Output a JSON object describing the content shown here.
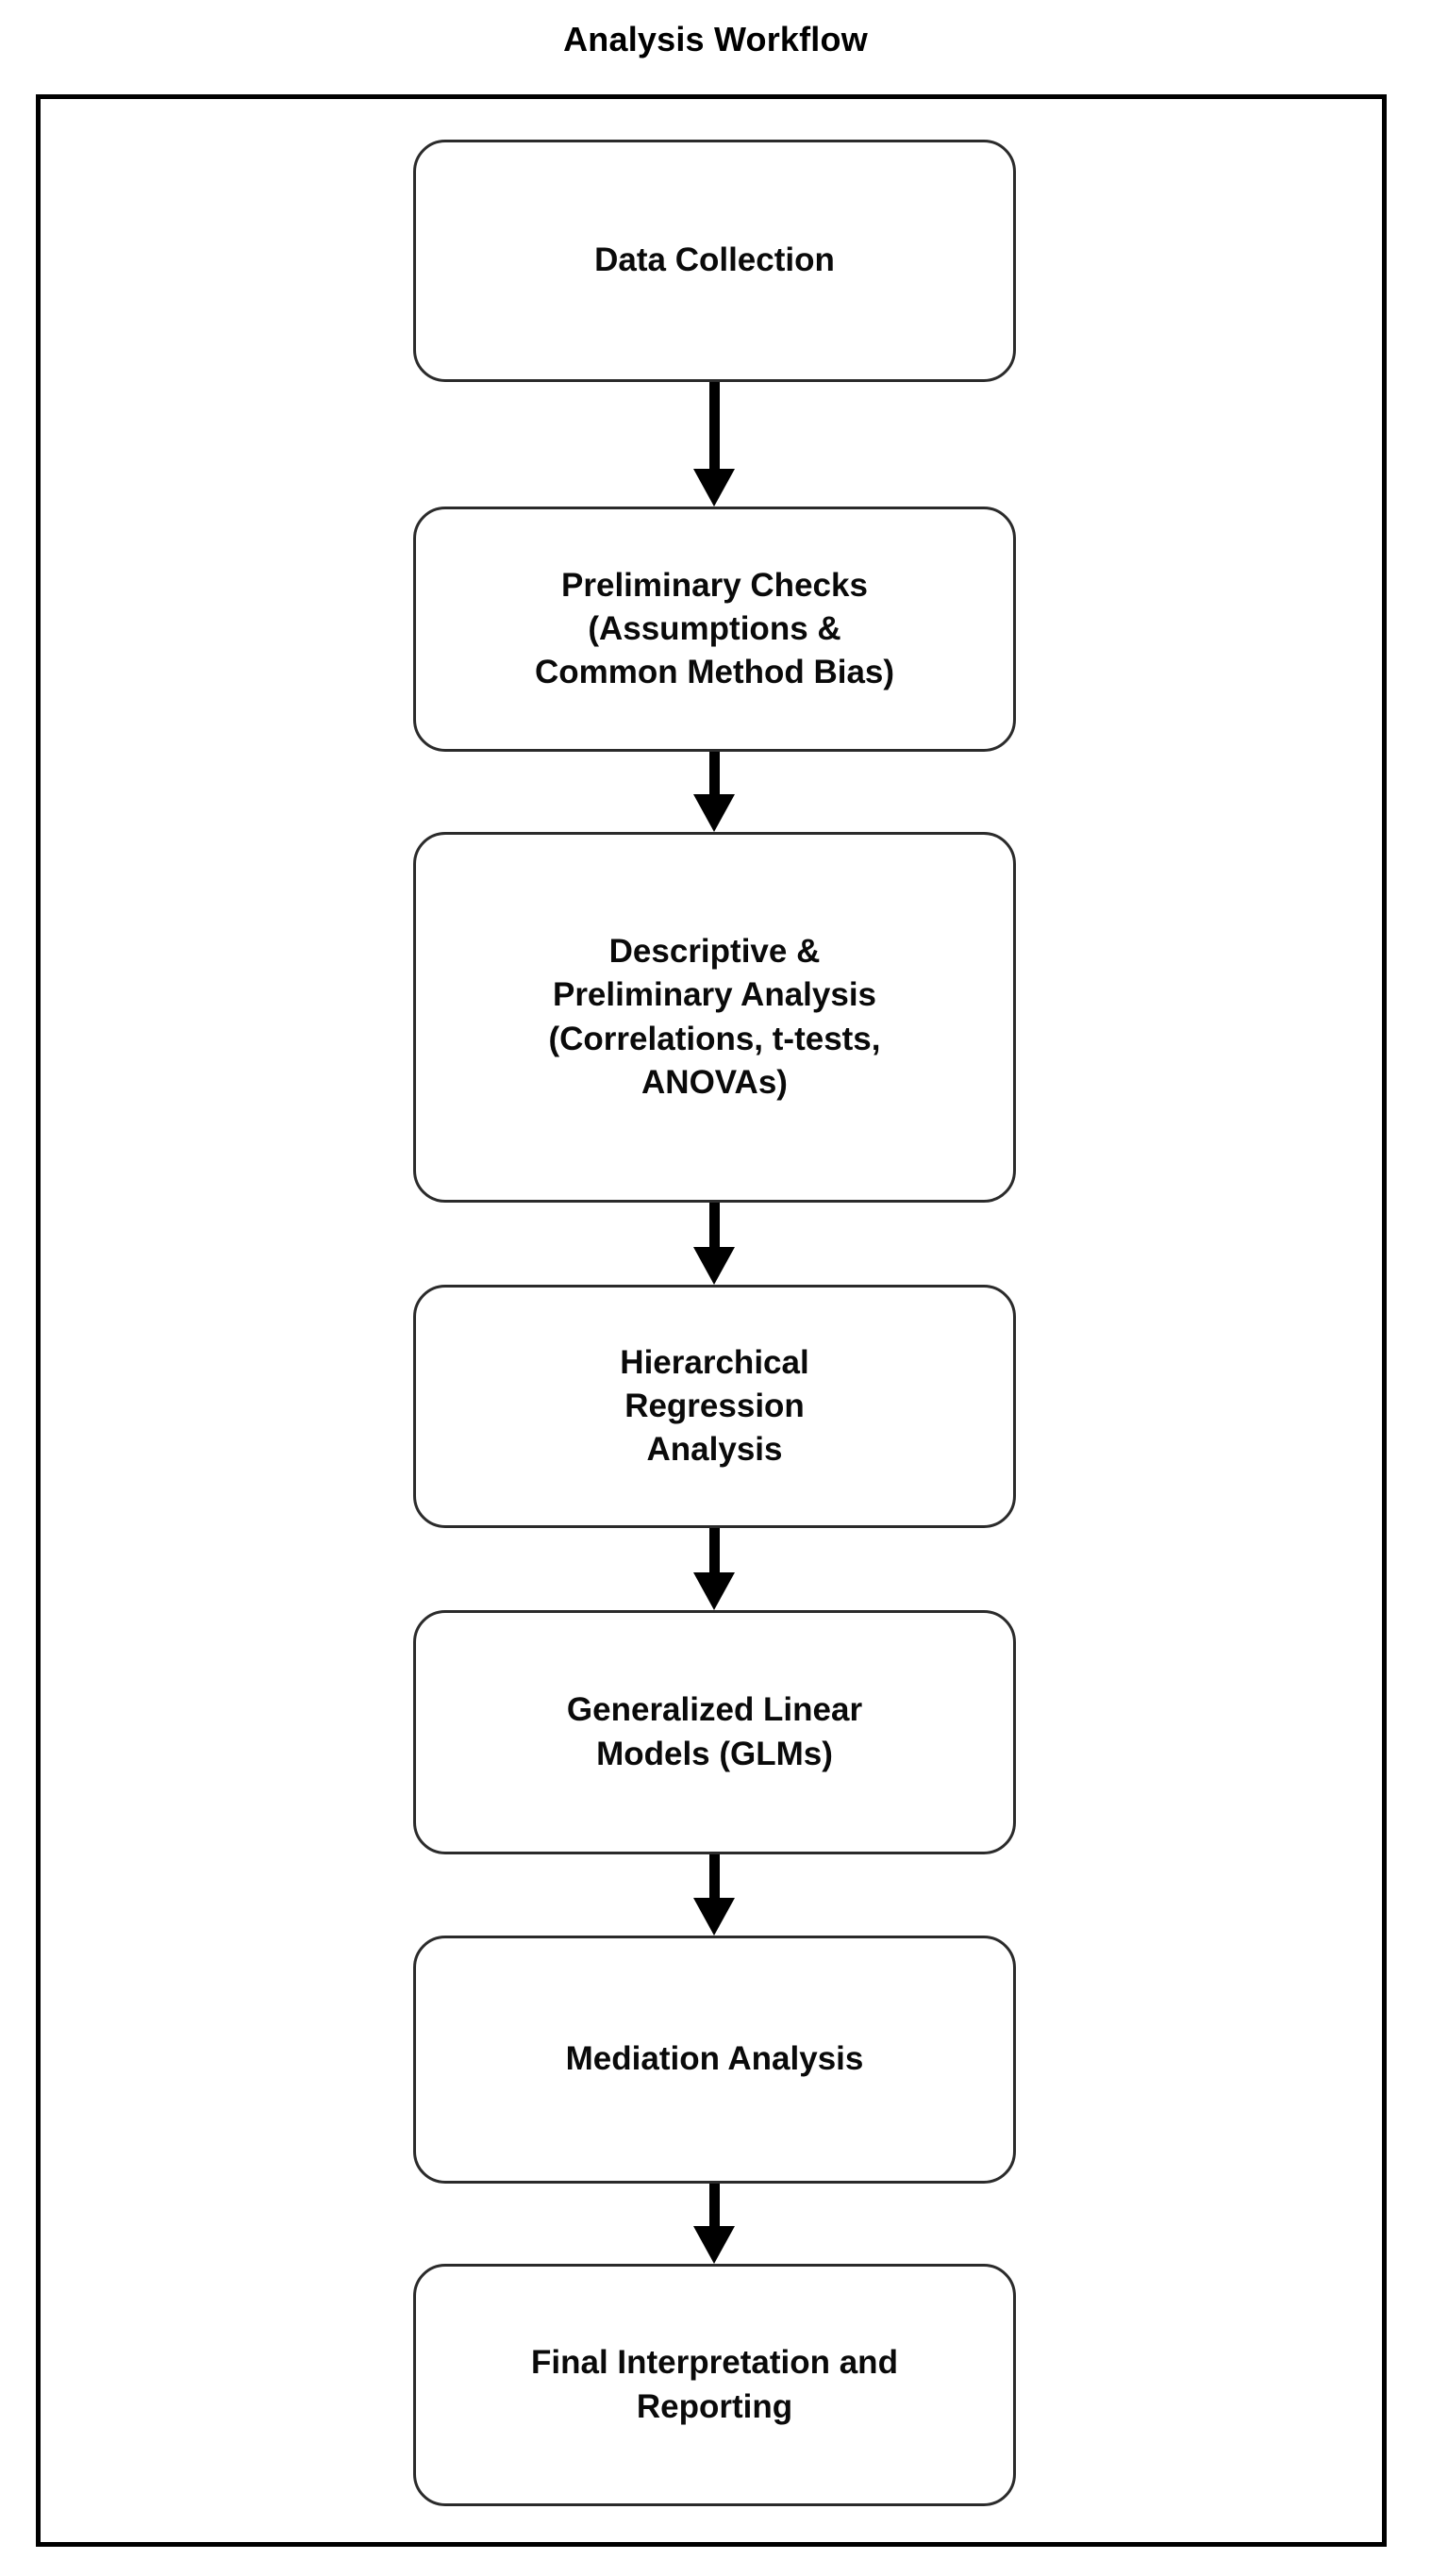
{
  "title": "Analysis Workflow",
  "colors": {
    "frame_border": "#000000",
    "node_border": "#2b2b2b",
    "node_fill": "#ffffff",
    "text": "#0a0a0a",
    "arrow": "#000000",
    "background": "#ffffff"
  },
  "chart_data": {
    "type": "diagram",
    "diagram_kind": "flowchart",
    "orientation": "vertical-top-to-bottom",
    "title": "Analysis Workflow",
    "node_shape": "rounded-rectangle",
    "nodes": [
      {
        "id": "data-collection",
        "order": 1,
        "label": "Data Collection"
      },
      {
        "id": "preliminary-checks",
        "order": 2,
        "label": "Preliminary Checks\n(Assumptions &\nCommon Method Bias)"
      },
      {
        "id": "descriptive-analysis",
        "order": 3,
        "label": "Descriptive &\nPreliminary Analysis\n(Correlations, t-tests,\nANOVAs)"
      },
      {
        "id": "hierarchical-regression",
        "order": 4,
        "label": "Hierarchical\nRegression\nAnalysis"
      },
      {
        "id": "glm",
        "order": 5,
        "label": "Generalized Linear\nModels (GLMs)"
      },
      {
        "id": "mediation-analysis",
        "order": 6,
        "label": "Mediation Analysis"
      },
      {
        "id": "final-interpretation",
        "order": 7,
        "label": "Final Interpretation and\nReporting"
      }
    ],
    "edges": [
      {
        "from": "data-collection",
        "to": "preliminary-checks",
        "style": "solid-arrow"
      },
      {
        "from": "preliminary-checks",
        "to": "descriptive-analysis",
        "style": "solid-arrow"
      },
      {
        "from": "descriptive-analysis",
        "to": "hierarchical-regression",
        "style": "solid-arrow"
      },
      {
        "from": "hierarchical-regression",
        "to": "glm",
        "style": "solid-arrow"
      },
      {
        "from": "glm",
        "to": "mediation-analysis",
        "style": "solid-arrow"
      },
      {
        "from": "mediation-analysis",
        "to": "final-interpretation",
        "style": "solid-arrow"
      }
    ]
  }
}
